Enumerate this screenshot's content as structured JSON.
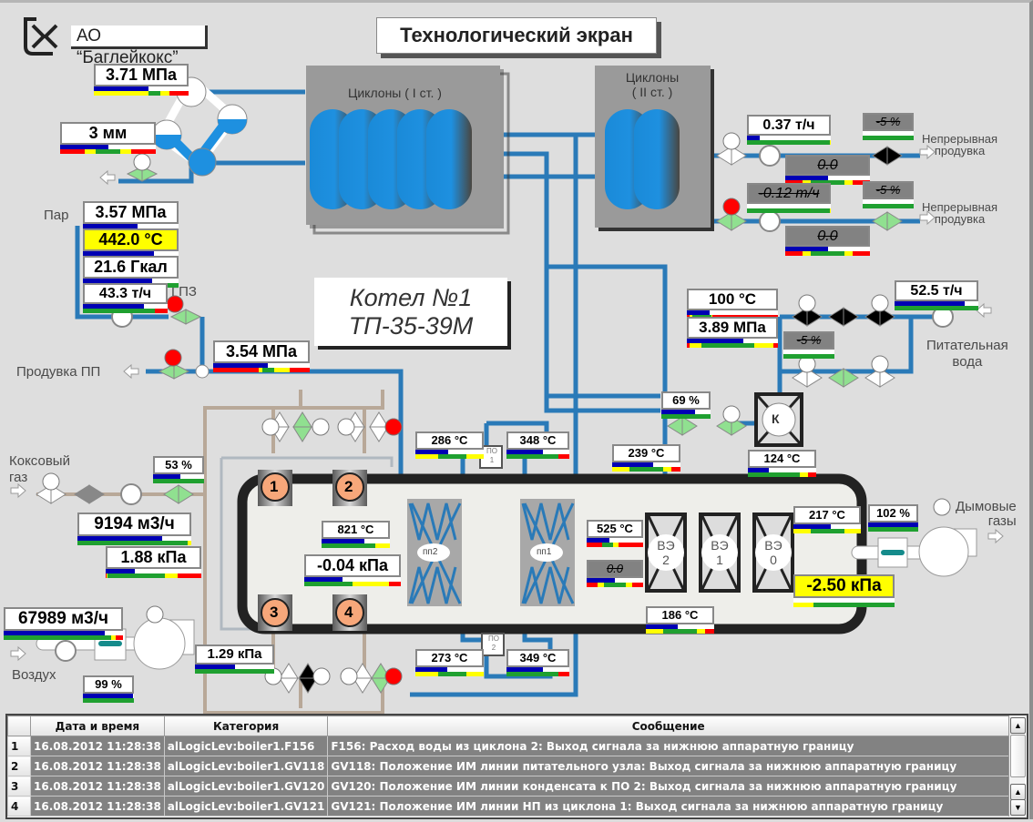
{
  "header": {
    "company": "АО “Баглейкокс”",
    "title": "Технологический экран",
    "logo_icon": "kx-logo-icon"
  },
  "boiler": {
    "line1": "Котел №1",
    "line2": "ТП-35-39М"
  },
  "colors": {
    "pipe_blue": "#2a7ab8",
    "gas_pipe": "#b8a898",
    "valve_green": "#90e090",
    "alarm_red": "#ff0000",
    "bar_blue": "#0000b4",
    "bar_green": "#1fa030",
    "bar_yellow": "#ffff00",
    "bar_red": "#ff0000",
    "flame_orange": "#f7a77a"
  },
  "labels": {
    "cyclones1": "Циклоны ( I ст. )",
    "cyclones2_l1": "Циклоны",
    "cyclones2_l2": "( II ст. )",
    "steam": "Пар",
    "gpz": "ГПЗ",
    "blowdown_pp": "Продувка ПП",
    "cont_blowdown1_l1": "Непрерывная",
    "cont_blowdown1_l2": "продувка",
    "cont_blowdown2_l1": "Непрерывная",
    "cont_blowdown2_l2": "продувка",
    "feed_water_l1": "Питательная",
    "feed_water_l2": "вода",
    "coke_gas_l1": "Коксовый",
    "coke_gas_l2": "газ",
    "air": "Воздух",
    "flue_l1": "Дымовые",
    "flue_l2": "газы",
    "pp2": "пп2",
    "pp1": "пп1",
    "po1_l1": "ПО",
    "po1_l2": "1",
    "po2_l1": "ПО",
    "po2_l2": "2",
    "ve2_l1": "ВЭ",
    "ve2_l2": "2",
    "ve1_l1": "ВЭ",
    "ve1_l2": "1",
    "ve0_l1": "ВЭ",
    "ve0_l2": "0",
    "k": "К",
    "burner1": "1",
    "burner2": "2",
    "burner3": "3",
    "burner4": "4"
  },
  "gauges": {
    "drum_pressure": {
      "value": "3.71 МПа",
      "fill": 0.58,
      "zones": [
        [
          "#ffff00",
          0.58
        ],
        [
          "#1fa030",
          0.12
        ],
        [
          "#ffff00",
          0.1
        ],
        [
          "#ff0000",
          0.2
        ]
      ]
    },
    "drum_level": {
      "value": "3 мм",
      "fill": 0.5,
      "zones": [
        [
          "#ff0000",
          0.26
        ],
        [
          "#ffff00",
          0.11
        ],
        [
          "#1fa030",
          0.26
        ],
        [
          "#ffff00",
          0.11
        ],
        [
          "#ff0000",
          0.26
        ]
      ]
    },
    "steam_pressure": {
      "value": "3.57 МПа",
      "fill": 0.57,
      "zones": [
        [
          "#ff0000",
          0.48
        ],
        [
          "#ffff00",
          0.04
        ],
        [
          "#1fa030",
          0.12
        ],
        [
          "#ffff00",
          0.16
        ],
        [
          "#ff0000",
          0.2
        ]
      ]
    },
    "steam_temp": {
      "value": "442.0 °C",
      "fill": 0.74,
      "alarm": true,
      "zones": [
        [
          "#ff0000",
          0.33
        ],
        [
          "#ffff00",
          0.35
        ],
        [
          "#1fa030",
          0.03
        ],
        [
          "#ffff00",
          0.29
        ]
      ]
    },
    "steam_heat": {
      "value": "21.6 Гкал",
      "fill": 0.72,
      "zones": [
        [
          "#1fa030",
          1.0
        ]
      ]
    },
    "steam_flow": {
      "value": "43.3 т/ч",
      "fill": 0.72,
      "zones": [
        [
          "#1fa030",
          0.85
        ],
        [
          "#ff0000",
          0.15
        ]
      ]
    },
    "pp_pressure": {
      "value": "3.54 МПа",
      "fill": 0.57,
      "zones": [
        [
          "#ff0000",
          0.47
        ],
        [
          "#ffff00",
          0.04
        ],
        [
          "#1fa030",
          0.12
        ],
        [
          "#ffff00",
          0.16
        ],
        [
          "#ff0000",
          0.21
        ]
      ]
    },
    "blowdown1_flow": {
      "value": "0.37 т/ч",
      "fill": 0.15,
      "zones": [
        [
          "#1fa030",
          0.99
        ],
        [
          "#ffff00",
          0.01
        ]
      ]
    },
    "blowdown1_valve": {
      "value": "-5 %",
      "fill": 0.0,
      "disabled": true,
      "zones": [
        [
          "#1fa030",
          1.0
        ]
      ]
    },
    "blowdown1_aux": {
      "value": "0.0",
      "fill": 0.5,
      "disabled": true,
      "zones": [
        [
          "#ff0000",
          0.2
        ],
        [
          "#ffff00",
          0.1
        ],
        [
          "#1fa030",
          0.4
        ],
        [
          "#ffff00",
          0.1
        ],
        [
          "#ff0000",
          0.2
        ]
      ]
    },
    "blowdown2_flow": {
      "value": "-0.12 т/ч",
      "fill": 0.0,
      "disabled": true,
      "zones": [
        [
          "#1fa030",
          0.99
        ],
        [
          "#ffff00",
          0.01
        ]
      ]
    },
    "blowdown2_valve": {
      "value": "-5 %",
      "fill": 0.0,
      "disabled": true,
      "zones": [
        [
          "#1fa030",
          1.0
        ]
      ]
    },
    "blowdown2_aux": {
      "value": "0.0",
      "fill": 0.5,
      "disabled": true,
      "zones": [
        [
          "#ff0000",
          0.2
        ],
        [
          "#ffff00",
          0.1
        ],
        [
          "#1fa030",
          0.4
        ],
        [
          "#ffff00",
          0.1
        ],
        [
          "#ff0000",
          0.2
        ]
      ]
    },
    "feed_temp": {
      "value": "100 °C",
      "fill": 0.25,
      "zones": [
        [
          "#ff0000",
          0.03
        ],
        [
          "#ffff00",
          0.03
        ],
        [
          "#1fa030",
          0.21
        ],
        [
          "#ffff00",
          0.01
        ],
        [
          "#ff0000",
          0.72
        ]
      ]
    },
    "feed_pressure": {
      "value": "3.89 МПа",
      "fill": 0.62,
      "zones": [
        [
          "#ff0000",
          0.03
        ],
        [
          "#ffff00",
          0.13
        ],
        [
          "#1fa030",
          0.58
        ],
        [
          "#ffff00",
          0.21
        ],
        [
          "#ff0000",
          0.05
        ]
      ]
    },
    "feed_flow": {
      "value": "52.5 т/ч",
      "fill": 0.84,
      "zones": [
        [
          "#1fa030",
          1.0
        ]
      ]
    },
    "feed_bypass_valve": {
      "value": "-5 %",
      "fill": 0.0,
      "disabled": true,
      "zones": [
        [
          "#1fa030",
          1.0
        ]
      ]
    },
    "condensate_valve": {
      "value": "69 %",
      "fill": 0.69,
      "zones": [
        [
          "#1fa030",
          1.0
        ]
      ]
    },
    "econ_in_temp": {
      "value": "124 °C",
      "fill": 0.31,
      "zones": [
        [
          "#1fa030",
          0.76
        ],
        [
          "#ffff00",
          0.12
        ],
        [
          "#ff0000",
          0.12
        ]
      ]
    },
    "econ_out_temp": {
      "value": "239 °C",
      "fill": 0.6,
      "zones": [
        [
          "#ffff00",
          0.25
        ],
        [
          "#1fa030",
          0.5
        ],
        [
          "#ffff00",
          0.12
        ],
        [
          "#ff0000",
          0.13
        ]
      ]
    },
    "po1_in_temp": {
      "value": "286 °C",
      "fill": 0.48,
      "zones": [
        [
          "#ffff00",
          0.33
        ],
        [
          "#1fa030",
          0.42
        ],
        [
          "#ffff00",
          0.25
        ]
      ]
    },
    "po1_out_temp": {
      "value": "348 °C",
      "fill": 0.58,
      "zones": [
        [
          "#1fa030",
          0.83
        ],
        [
          "#ff0000",
          0.17
        ]
      ]
    },
    "po2_in_temp": {
      "value": "273 °C",
      "fill": 0.46,
      "zones": [
        [
          "#ffff00",
          0.33
        ],
        [
          "#1fa030",
          0.42
        ],
        [
          "#ffff00",
          0.25
        ]
      ]
    },
    "po2_out_temp": {
      "value": "349 °C",
      "fill": 0.58,
      "zones": [
        [
          "#1fa030",
          0.83
        ],
        [
          "#ff0000",
          0.17
        ]
      ]
    },
    "pp_temp": {
      "value": "525 °C",
      "fill": 0.4,
      "zones": [
        [
          "#ff0000",
          0.27
        ],
        [
          "#1fa030",
          0.2
        ],
        [
          "#ffff00",
          0.1
        ],
        [
          "#ff0000",
          0.43
        ]
      ]
    },
    "pp_aux": {
      "value": "0.0",
      "fill": 0.5,
      "disabled": true,
      "zones": [
        [
          "#ff0000",
          0.2
        ],
        [
          "#ffff00",
          0.1
        ],
        [
          "#1fa030",
          0.4
        ],
        [
          "#ffff00",
          0.1
        ],
        [
          "#ff0000",
          0.2
        ]
      ]
    },
    "flue_after_ve_temp": {
      "value": "186 °C",
      "fill": 0.47,
      "zones": [
        [
          "#ffff00",
          0.25
        ],
        [
          "#1fa030",
          0.5
        ],
        [
          "#ffff00",
          0.12
        ],
        [
          "#ff0000",
          0.13
        ]
      ]
    },
    "flue_temp": {
      "value": "217 °C",
      "fill": 0.55,
      "zones": [
        [
          "#ffff00",
          0.26
        ],
        [
          "#1fa030",
          0.5
        ],
        [
          "#ffff00",
          0.24
        ]
      ]
    },
    "exhauster_pos": {
      "value": "102 %",
      "fill": 1.0,
      "zones": [
        [
          "#1fa030",
          1.0
        ]
      ]
    },
    "furnace_vacuum": {
      "value": "-2.50 кПа",
      "fill": 0.0,
      "alarm": true,
      "zones": [
        [
          "#ffff00",
          0.2
        ],
        [
          "#1fa030",
          0.8
        ]
      ]
    },
    "coke_gas_valve": {
      "value": "53 %",
      "fill": 0.53,
      "zones": [
        [
          "#1fa030",
          1.0
        ]
      ]
    },
    "coke_gas_flow": {
      "value": "9194 м3/ч",
      "fill": 0.74,
      "zones": [
        [
          "#1fa030",
          0.97
        ],
        [
          "#ffff00",
          0.03
        ]
      ]
    },
    "coke_gas_pressure": {
      "value": "1.88 кПа",
      "fill": 0.3,
      "zones": [
        [
          "#ff0000",
          0.01
        ],
        [
          "#ffff00",
          0.01
        ],
        [
          "#1fa030",
          0.6
        ],
        [
          "#ffff00",
          0.13
        ],
        [
          "#ff0000",
          0.25
        ]
      ]
    },
    "furnace_temp": {
      "value": "821 °C",
      "fill": 0.63,
      "zones": [
        [
          "#1fa030",
          0.78
        ],
        [
          "#ffff00",
          0.22
        ]
      ]
    },
    "furnace_pressure": {
      "value": "-0.04 кПа",
      "fill": 0.4,
      "zones": [
        [
          "#1fa030",
          0.5
        ],
        [
          "#ffff00",
          0.38
        ],
        [
          "#ff0000",
          0.12
        ]
      ]
    },
    "air_flow": {
      "value": "67989 м3/ч",
      "fill": 0.85,
      "zones": [
        [
          "#1fa030",
          0.9
        ],
        [
          "#ffff00",
          0.04
        ],
        [
          "#ff0000",
          0.06
        ]
      ]
    },
    "air_damper": {
      "value": "99 %",
      "fill": 0.99,
      "zones": [
        [
          "#1fa030",
          1.0
        ]
      ]
    },
    "air_pressure": {
      "value": "1.29 кПа",
      "fill": 0.51,
      "zones": [
        [
          "#1fa030",
          1.0
        ]
      ]
    }
  },
  "alarm_table": {
    "columns": [
      "",
      "Дата и время",
      "Категория",
      "Сообщение"
    ],
    "rows": [
      {
        "n": "1",
        "time": "16.08.2012 11:28:38",
        "category": "alLogicLev:boiler1.F156",
        "message": "F156: Расход воды из циклона 2: Выход сигнала за нижнюю аппаратную границу"
      },
      {
        "n": "2",
        "time": "16.08.2012 11:28:38",
        "category": "alLogicLev:boiler1.GV118",
        "message": "GV118: Положение ИМ линии питательного узла: Выход сигнала за нижнюю аппаратную границу"
      },
      {
        "n": "3",
        "time": "16.08.2012 11:28:38",
        "category": "alLogicLev:boiler1.GV120",
        "message": "GV120: Положение ИМ линии конденсата к ПО 2: Выход сигнала за нижнюю аппаратную границу"
      },
      {
        "n": "4",
        "time": "16.08.2012 11:28:38",
        "category": "alLogicLev:boiler1.GV121",
        "message": "GV121: Положение ИМ линии НП из циклона 1: Выход сигнала за нижнюю аппаратную границу"
      }
    ],
    "scroll_up": "▲",
    "scroll_down": "▼"
  }
}
